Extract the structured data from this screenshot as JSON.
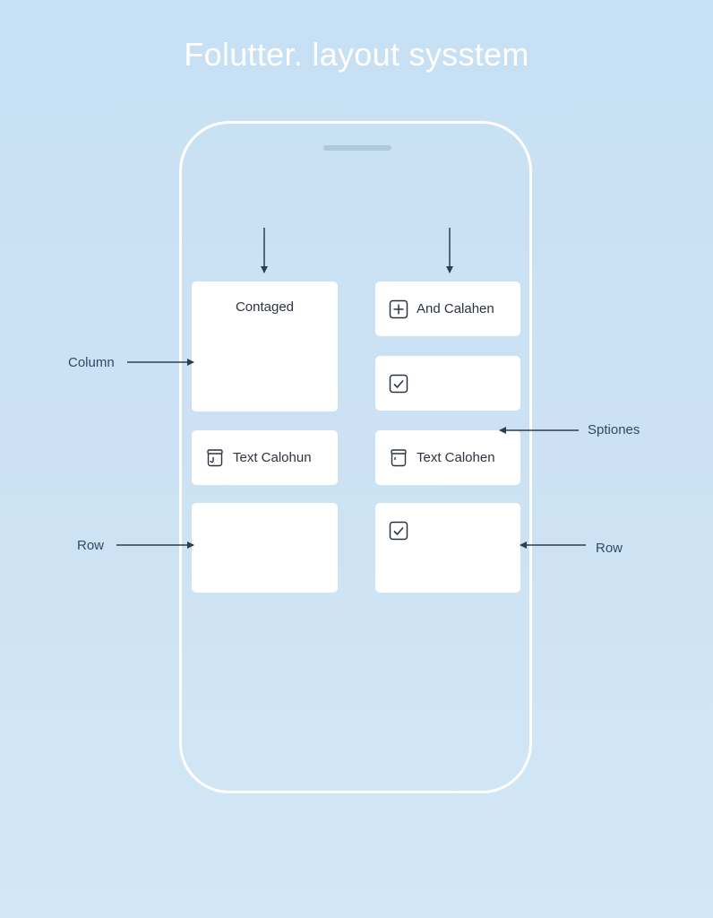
{
  "title": "Folutter. layout sysstem",
  "cards": {
    "contained": "Contaged",
    "add": "And Calahen",
    "text_left": "Text Calohun",
    "text_right": "Text Calohen"
  },
  "labels": {
    "column": "Column",
    "spaces": "Sptiones",
    "row_left": "Row",
    "row_right": "Row"
  },
  "icons": {
    "add": "plus-square-icon",
    "check": "checkbox-icon",
    "jar": "jar-icon"
  },
  "colors": {
    "background": "#c7e0f3",
    "card": "#ffffff",
    "annotation": "#2f4a66",
    "arrow": "#2d3e52"
  }
}
